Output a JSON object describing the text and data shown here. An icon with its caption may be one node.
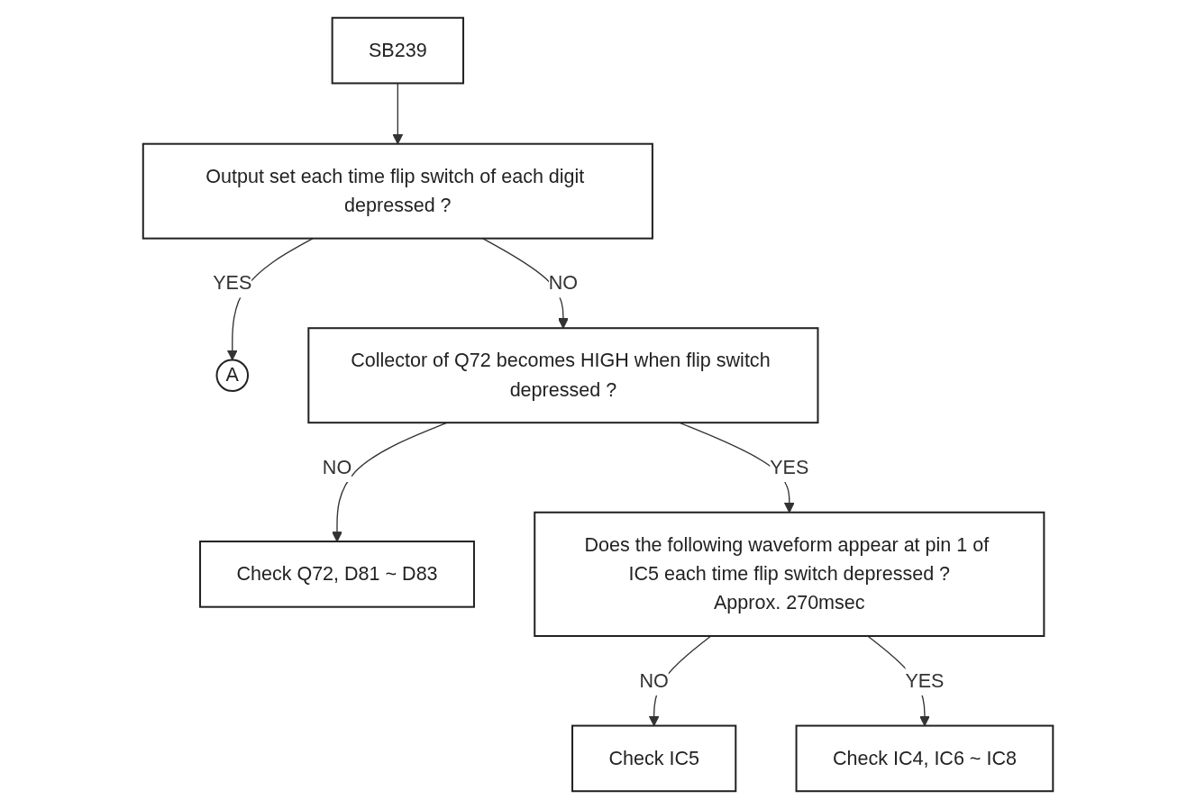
{
  "diagram": {
    "nodes": [
      {
        "text": [
          "SB239"
        ]
      },
      {
        "text": [
          "Output set each time flip switch of each digit depressed ?"
        ]
      },
      {
        "text": [
          "A"
        ]
      },
      {
        "text": [
          "Collector of Q72 becomes HIGH when flip switch depressed ?"
        ]
      },
      {
        "text": [
          "Check Q72, D81 ~ D83"
        ]
      },
      {
        "text": [
          "Does the following waveform appear at pin 1 of IC5 each time flip switch depressed ?",
          "Approx. 270msec"
        ]
      },
      {
        "text": [
          "Check IC5"
        ]
      },
      {
        "text": [
          "Check IC4, IC6 ~ IC8"
        ]
      }
    ],
    "edges": [
      {
        "from": 0,
        "to": 1,
        "arrow": "to"
      },
      {
        "from": 1,
        "to": 2,
        "label": "YES",
        "arrow": "to"
      },
      {
        "from": 1,
        "to": 3,
        "label": "NO",
        "arrow": "to"
      },
      {
        "from": 3,
        "to": 4,
        "label": "NO",
        "arrow": "to"
      },
      {
        "from": 3,
        "to": 5,
        "label": "YES",
        "arrow": "to"
      },
      {
        "from": 5,
        "to": 6,
        "label": "NO",
        "arrow": "to"
      },
      {
        "from": 5,
        "to": 7,
        "label": "YES",
        "arrow": "to"
      }
    ]
  }
}
